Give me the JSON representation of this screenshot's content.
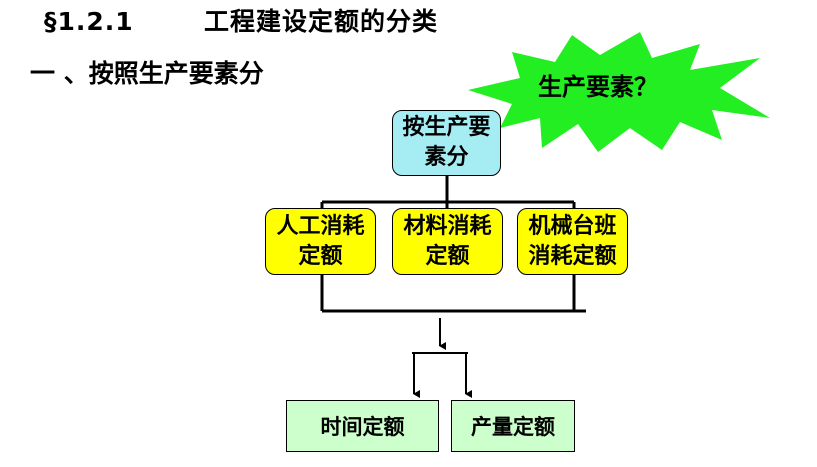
{
  "header": {
    "section_number": "§1.2.1",
    "section_title": "工程建设定额的分类",
    "subtitle": "一 、按照生产要素分"
  },
  "callout": {
    "label": "生产要素？",
    "color": "#22ee22"
  },
  "diagram": {
    "root": {
      "label": "按生产要素分",
      "color": "#a6ecf3"
    },
    "categories": [
      {
        "label": "人工消耗定额"
      },
      {
        "label": "材料消耗定额"
      },
      {
        "label": "机械台班消耗定额"
      }
    ],
    "category_color": "#ffff00",
    "outputs": [
      {
        "label": "时间定额"
      },
      {
        "label": "产量定额"
      }
    ],
    "output_color": "#ccffcc"
  }
}
